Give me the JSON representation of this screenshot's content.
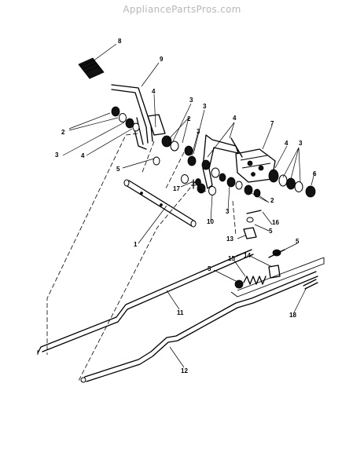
{
  "watermark": "AppliancePartsPros.com",
  "callouts": {
    "c8": "8",
    "c9": "9",
    "c4a": "4",
    "c3a": "3",
    "c2a": "2",
    "c3b": "3",
    "c4b": "4",
    "c3c": "3",
    "c2b": "2",
    "c3d": "3",
    "c4c": "4",
    "c7": "7",
    "c4d": "4",
    "c3e": "3",
    "c6": "6",
    "c5a": "5",
    "c17": "17",
    "c5b": "5",
    "c2c": "2",
    "c3f": "3",
    "c10": "10",
    "c1": "1",
    "c16": "16",
    "c13": "13",
    "c5c": "5",
    "c5d": "5",
    "c15": "15",
    "c14": "14",
    "c5e": "5",
    "c11": "11",
    "c18": "18",
    "c12": "12"
  }
}
